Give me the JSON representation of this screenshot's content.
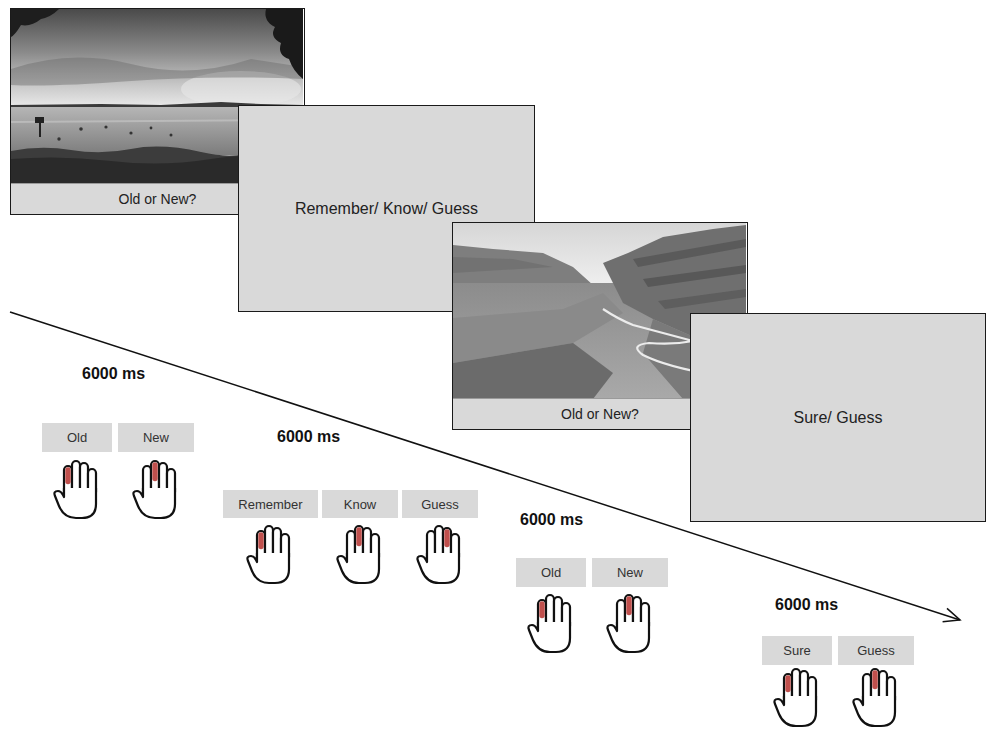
{
  "diagram": {
    "nodes": [
      {
        "text": [
          "Old or New?"
        ]
      },
      {
        "text": [
          "Remember/ Know/ Guess"
        ]
      },
      {
        "text": [
          "Old or New?"
        ]
      },
      {
        "text": [
          "Sure/ Guess"
        ]
      },
      {
        "text": [
          "Old"
        ]
      },
      {
        "text": [
          "New"
        ]
      },
      {
        "text": [
          "Remember"
        ]
      },
      {
        "text": [
          "Know"
        ]
      },
      {
        "text": [
          "Guess"
        ]
      },
      {
        "text": [
          "Old"
        ]
      },
      {
        "text": [
          "New"
        ]
      },
      {
        "text": [
          "Sure"
        ]
      },
      {
        "text": [
          "Guess"
        ]
      }
    ],
    "labels": [
      "6000 ms",
      "6000 ms",
      "6000 ms",
      "6000 ms"
    ]
  }
}
